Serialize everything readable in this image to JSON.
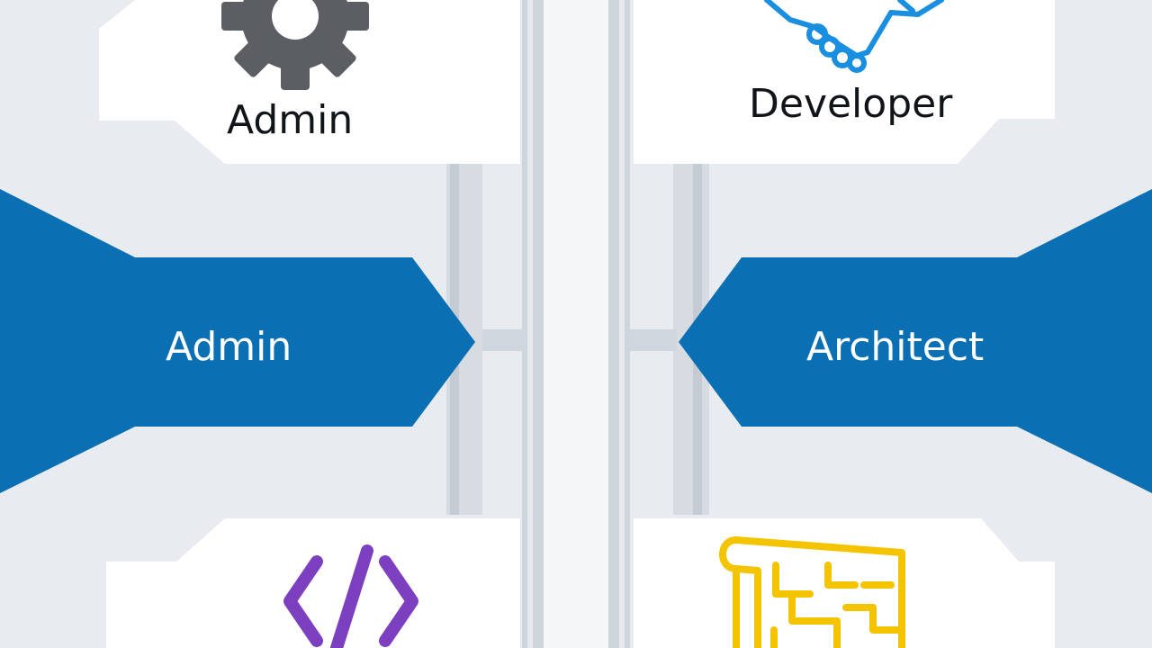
{
  "cards": {
    "top_left": {
      "label": "Admin",
      "icon": "gear-icon"
    },
    "top_right": {
      "label": "Developer",
      "icon": "handshake-icon"
    },
    "bottom_left": {
      "icon": "code-brackets-icon"
    },
    "bottom_right": {
      "icon": "blueprint-icon"
    }
  },
  "banners": {
    "left": {
      "label": "Admin"
    },
    "right": {
      "label": "Architect"
    }
  },
  "colors": {
    "background": "#e8ebf0",
    "card": "#ffffff",
    "banner": "#0b6fb4",
    "gear": "#5b5e63",
    "handshake": "#1a8fe0",
    "code": "#7b3fc0",
    "blueprint": "#f4c400",
    "connector": "#c9d0d8"
  }
}
